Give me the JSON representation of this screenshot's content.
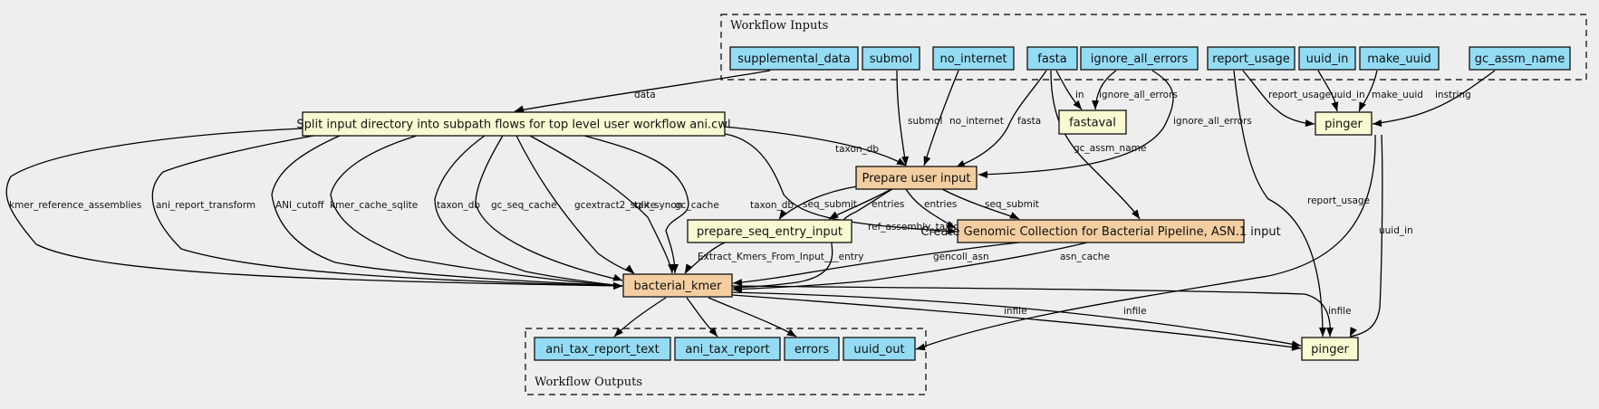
{
  "colors": {
    "background": "#eeeeee",
    "input_output": "#94dcf4",
    "step": "#fafad2",
    "subworkflow": "#f3cea1",
    "stroke": "#000000"
  },
  "clusters": {
    "inputs": {
      "label": "Workflow Inputs"
    },
    "outputs": {
      "label": "Workflow Outputs"
    }
  },
  "nodes": {
    "supplemental_data": {
      "label": "supplemental_data",
      "kind": "input_output"
    },
    "submol": {
      "label": "submol",
      "kind": "input_output"
    },
    "no_internet": {
      "label": "no_internet",
      "kind": "input_output"
    },
    "fasta": {
      "label": "fasta",
      "kind": "input_output"
    },
    "ignore_all_errors": {
      "label": "ignore_all_errors",
      "kind": "input_output"
    },
    "report_usage": {
      "label": "report_usage",
      "kind": "input_output"
    },
    "uuid_in": {
      "label": "uuid_in",
      "kind": "input_output"
    },
    "make_uuid": {
      "label": "make_uuid",
      "kind": "input_output"
    },
    "gc_assm_name": {
      "label": "gc_assm_name",
      "kind": "input_output"
    },
    "split": {
      "label": "Split input directory into subpath flows for top level user workflow ani.cwl",
      "kind": "step"
    },
    "fastaval": {
      "label": "fastaval",
      "kind": "step"
    },
    "pinger_top": {
      "label": "pinger",
      "kind": "step"
    },
    "prepare_user_input": {
      "label": "Prepare user input",
      "kind": "subworkflow"
    },
    "prepare_seq_entry_input": {
      "label": "prepare_seq_entry_input",
      "kind": "step"
    },
    "gencoll": {
      "label": "Create Genomic Collection for Bacterial Pipeline, ASN.1 input",
      "kind": "subworkflow"
    },
    "bacterial_kmer": {
      "label": "bacterial_kmer",
      "kind": "subworkflow"
    },
    "pinger_bottom": {
      "label": "pinger",
      "kind": "step"
    },
    "ani_tax_report_text": {
      "label": "ani_tax_report_text",
      "kind": "input_output"
    },
    "ani_tax_report": {
      "label": "ani_tax_report",
      "kind": "input_output"
    },
    "errors": {
      "label": "errors",
      "kind": "input_output"
    },
    "uuid_out": {
      "label": "uuid_out",
      "kind": "input_output"
    }
  },
  "edges": [
    {
      "id": "e1",
      "from": "supplemental_data",
      "to": "split",
      "label": "data"
    },
    {
      "id": "e2",
      "from": "submol",
      "to": "prepare_user_input",
      "label": "submol"
    },
    {
      "id": "e3",
      "from": "no_internet",
      "to": "prepare_user_input",
      "label": "no_internet"
    },
    {
      "id": "e4",
      "from": "fasta",
      "to": "prepare_user_input",
      "label": "fasta"
    },
    {
      "id": "e5",
      "from": "fasta",
      "to": "fastaval",
      "label": "in"
    },
    {
      "id": "e6",
      "from": "ignore_all_errors",
      "to": "fastaval",
      "label": "ignore_all_errors"
    },
    {
      "id": "e7",
      "from": "ignore_all_errors",
      "to": "prepare_user_input",
      "label": "ignore_all_errors"
    },
    {
      "id": "e8",
      "from": "fasta",
      "to": "gencoll",
      "label": "gc_assm_name"
    },
    {
      "id": "e9",
      "from": "report_usage",
      "to": "pinger_top",
      "label": "report_usage"
    },
    {
      "id": "e10",
      "from": "uuid_in",
      "to": "pinger_top",
      "label": "uuid_in"
    },
    {
      "id": "e11",
      "from": "make_uuid",
      "to": "pinger_top",
      "label": "make_uuid"
    },
    {
      "id": "e12",
      "from": "gc_assm_name",
      "to": "pinger_top",
      "label": "instring"
    },
    {
      "id": "e13",
      "from": "report_usage",
      "to": "pinger_bottom",
      "label": "report_usage"
    },
    {
      "id": "e14",
      "from": "pinger_top",
      "to": "pinger_bottom",
      "label": "uuid_in"
    },
    {
      "id": "e15",
      "from": "pinger_top",
      "to": "uuid_out",
      "label": ""
    },
    {
      "id": "e16",
      "from": "split",
      "to": "prepare_user_input",
      "label": "taxon_db"
    },
    {
      "id": "e17",
      "from": "split",
      "to": "gencoll",
      "label": "taxon_db"
    },
    {
      "id": "e18",
      "from": "split",
      "to": "bacterial_kmer",
      "label": "kmer_reference_assemblies"
    },
    {
      "id": "e19",
      "from": "split",
      "to": "bacterial_kmer",
      "label": "ani_report_transform"
    },
    {
      "id": "e20",
      "from": "split",
      "to": "bacterial_kmer",
      "label": "ANI_cutoff"
    },
    {
      "id": "e21",
      "from": "split",
      "to": "bacterial_kmer",
      "label": "kmer_cache_sqlite"
    },
    {
      "id": "e22",
      "from": "split",
      "to": "bacterial_kmer",
      "label": "taxon_db"
    },
    {
      "id": "e23",
      "from": "split",
      "to": "bacterial_kmer",
      "label": "gc_seq_cache"
    },
    {
      "id": "e24",
      "from": "split",
      "to": "bacterial_kmer",
      "label": "gcextract2_sqlite"
    },
    {
      "id": "e25",
      "from": "split",
      "to": "bacterial_kmer",
      "label": "tax_synon"
    },
    {
      "id": "e26",
      "from": "split",
      "to": "bacterial_kmer",
      "label": "gc_cache"
    },
    {
      "id": "e27",
      "from": "prepare_user_input",
      "to": "prepare_seq_entry_input",
      "label": "seq_submit"
    },
    {
      "id": "e28",
      "from": "prepare_user_input",
      "to": "prepare_seq_entry_input",
      "label": "entries"
    },
    {
      "id": "e29",
      "from": "prepare_user_input",
      "to": "gencoll",
      "label": "entries"
    },
    {
      "id": "e30",
      "from": "prepare_user_input",
      "to": "gencoll",
      "label": "seq_submit"
    },
    {
      "id": "e31",
      "from": "prepare_user_input",
      "to": "bacterial_kmer",
      "label": "ref_assembly_taxid"
    },
    {
      "id": "e32",
      "from": "prepare_seq_entry_input",
      "to": "bacterial_kmer",
      "label": "Extract_Kmers_From_Input___entry"
    },
    {
      "id": "e33",
      "from": "gencoll",
      "to": "bacterial_kmer",
      "label": "gencoll_asn"
    },
    {
      "id": "e34",
      "from": "gencoll",
      "to": "bacterial_kmer",
      "label": "asn_cache"
    },
    {
      "id": "e35",
      "from": "bacterial_kmer",
      "to": "pinger_bottom",
      "label": "infile"
    },
    {
      "id": "e36",
      "from": "bacterial_kmer",
      "to": "pinger_bottom",
      "label": "infile"
    },
    {
      "id": "e37",
      "from": "bacterial_kmer",
      "to": "pinger_bottom",
      "label": "infile"
    },
    {
      "id": "e38",
      "from": "bacterial_kmer",
      "to": "ani_tax_report_text",
      "label": ""
    },
    {
      "id": "e39",
      "from": "bacterial_kmer",
      "to": "ani_tax_report",
      "label": ""
    },
    {
      "id": "e40",
      "from": "bacterial_kmer",
      "to": "errors",
      "label": ""
    }
  ]
}
